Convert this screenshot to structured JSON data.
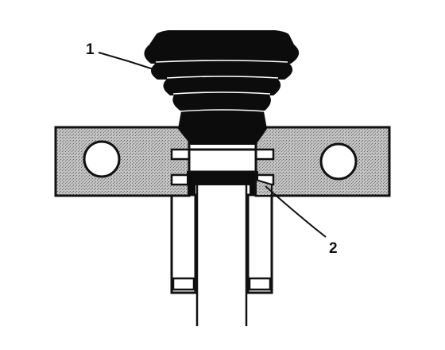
{
  "callouts": [
    {
      "id": "1",
      "label": "1"
    },
    {
      "id": "2",
      "label": "2"
    }
  ],
  "colors": {
    "ink": "#111111",
    "paper": "#ffffff",
    "plate_fill": "#b8b8b8",
    "boot_fill": "#0c0c0c"
  }
}
